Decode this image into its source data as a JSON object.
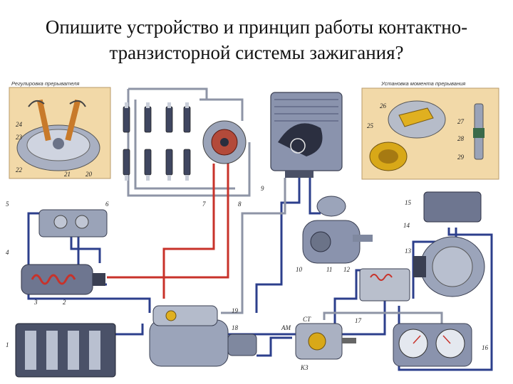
{
  "title": {
    "line1": "Опишите устройство и принцип работы контактно-",
    "line2": "транзисторной системы зажигания?"
  },
  "insets": {
    "left_caption": "Регулировка прерывателя",
    "right_caption": "Установка момента прерывания"
  },
  "terminal_labels": {
    "am": "АМ",
    "st": "СТ",
    "kz": "КЗ"
  },
  "callouts": [
    "1",
    "2",
    "3",
    "4",
    "5",
    "6",
    "7",
    "8",
    "9",
    "10",
    "11",
    "12",
    "13",
    "14",
    "15",
    "16",
    "17",
    "18",
    "19",
    "20",
    "21",
    "22",
    "23",
    "24",
    "25",
    "26",
    "27",
    "28",
    "29"
  ],
  "colors": {
    "wire_red": "#c8322a",
    "wire_blue": "#2c3f8c",
    "wire_gray": "#8e94a6",
    "inset_bg": "#f2d9a8",
    "device_metal": "#9aa3b8",
    "device_dark": "#5c6478"
  }
}
